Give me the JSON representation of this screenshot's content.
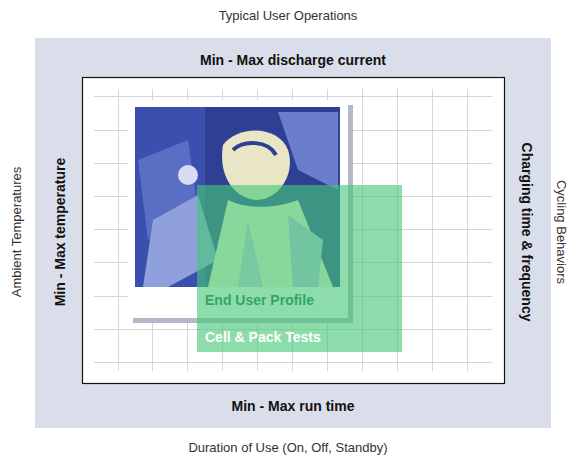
{
  "diagram": {
    "nodes": [
      {
        "text": [
          "Min - Max discharge current",
          "Min - Max temperature",
          "Charging time & frequency",
          "Min - Max run time"
        ]
      },
      {
        "text": [
          "End User Profile"
        ],
        "in": 0
      },
      {
        "text": [
          "Cell & Pack Tests"
        ],
        "in": 0
      }
    ],
    "labels": [
      "Typical User Operations",
      "Ambient Temperatures",
      "Cycling Behaviors",
      "Duration of Use (On, Off, Standby)"
    ]
  }
}
